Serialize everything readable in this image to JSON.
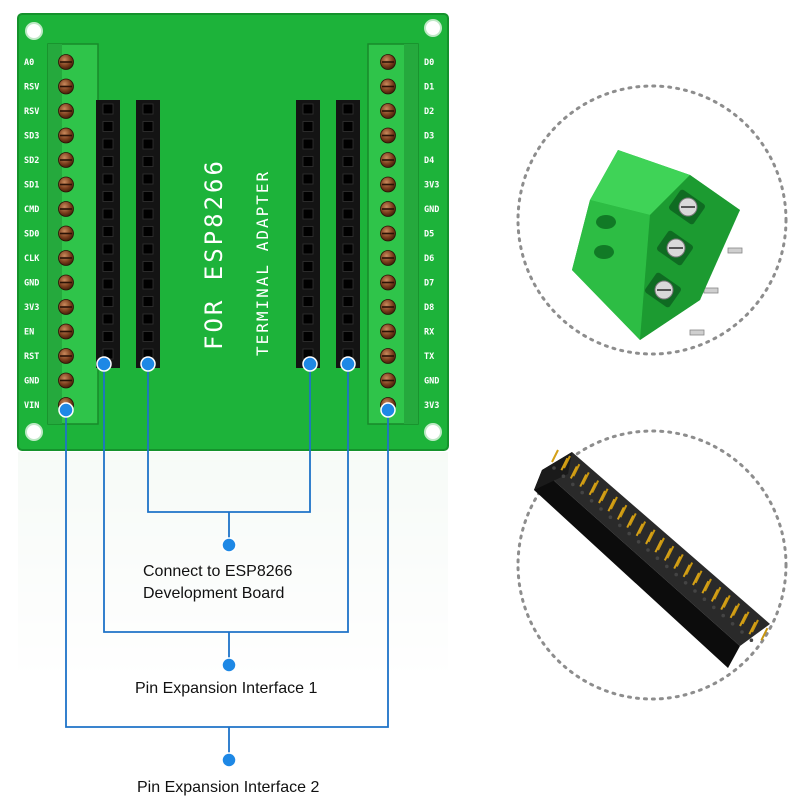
{
  "board": {
    "title_line1": "FOR ESP8266",
    "title_line2": "TERMINAL ADAPTER",
    "left_pins": [
      "A0",
      "RSV",
      "RSV",
      "SD3",
      "SD2",
      "SD1",
      "CMD",
      "SD0",
      "CLK",
      "GND",
      "3V3",
      "EN",
      "RST",
      "GND",
      "VIN"
    ],
    "right_pins": [
      "D0",
      "D1",
      "D2",
      "D3",
      "D4",
      "3V3",
      "GND",
      "D5",
      "D6",
      "D7",
      "D8",
      "RX",
      "TX",
      "GND",
      "3V3"
    ],
    "colors": {
      "pcb": "#1db33a",
      "pcb_dark": "#15922c",
      "terminal": "#2fc44a",
      "header": "#141414",
      "callout_line": "#1e73c8",
      "callout_dot": "#1e88e5"
    }
  },
  "callouts": {
    "connect_line1": "Connect to ESP8266",
    "connect_line2": "Development Board",
    "interface1": "Pin Expansion Interface 1",
    "interface2": "Pin Expansion Interface 2"
  },
  "detail_views": {
    "terminal_block": "green-screw-terminal-image",
    "female_header": "black-female-header-image"
  }
}
